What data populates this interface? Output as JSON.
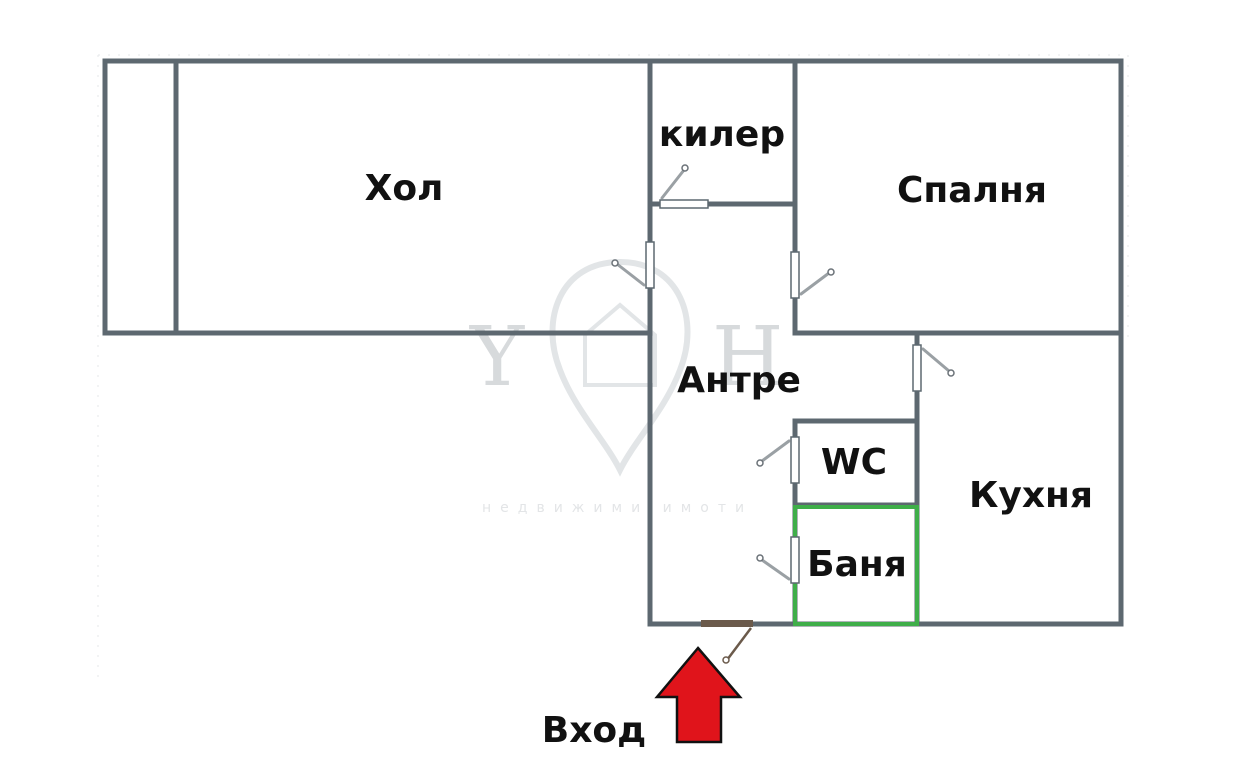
{
  "rooms": {
    "hol": "Хол",
    "kiler": "килер",
    "spalnya": "Спалня",
    "antre": "Антре",
    "wc": "WC",
    "kuhnya": "Кухня",
    "banya": "Баня"
  },
  "entrance": {
    "label": "Вход"
  },
  "watermark": {
    "tagline": "недвижими имоти"
  },
  "colors": {
    "wall": "#5d6870",
    "bathroom_wall": "#3fae49",
    "entrance_arrow": "#e0141b",
    "entrance_door": "#6b5a4b"
  }
}
